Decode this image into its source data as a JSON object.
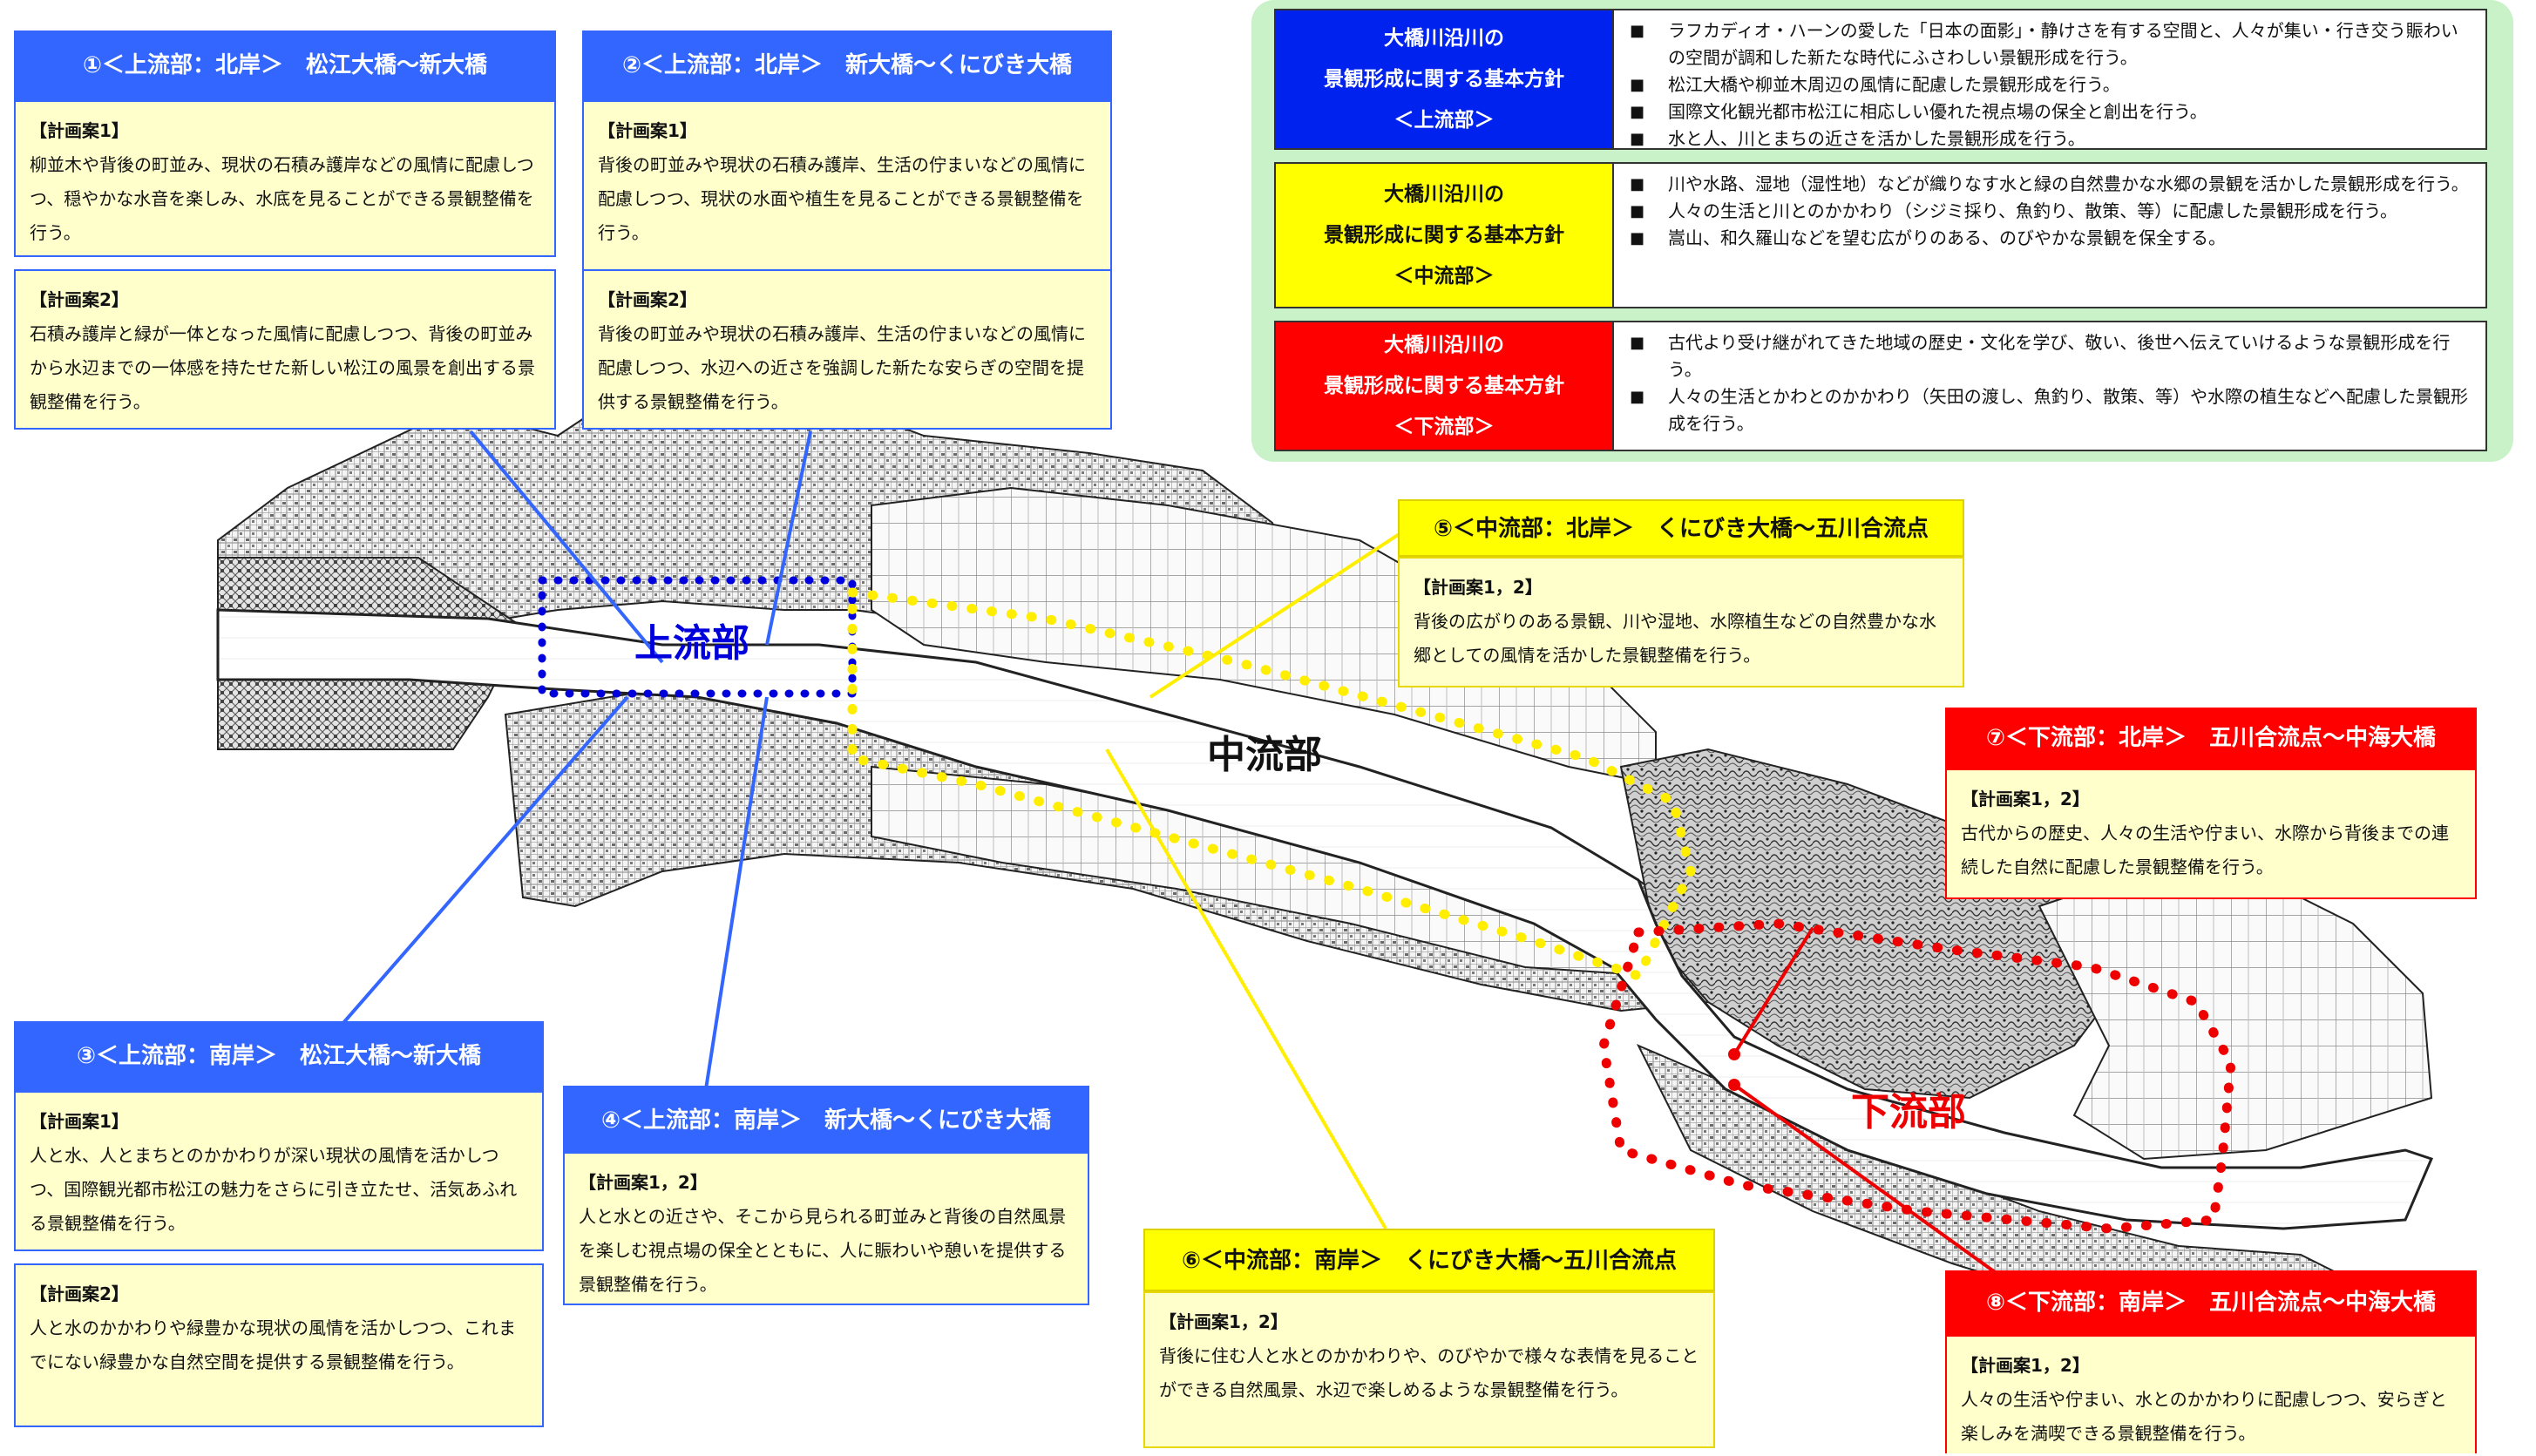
{
  "policies": [
    {
      "id": "upper",
      "color": "#0022ee",
      "text_color": "#ffffff",
      "label_lines": [
        "大橋川沿川の",
        "景観形成に関する基本方針",
        "＜上流部＞"
      ],
      "items": [
        "ラフカディオ・ハーンの愛した「日本の面影」・静けさを有する空間と、人々が集い・行き交う賑わいの空間が調和した新たな時代にふさわしい景観形成を行う。",
        "松江大橋や柳並木周辺の風情に配慮した景観形成を行う。",
        "国際文化観光都市松江に相応しい優れた視点場の保全と創出を行う。",
        "水と人、川とまちの近さを活かした景観形成を行う。"
      ]
    },
    {
      "id": "middle",
      "color": "#ffff00",
      "text_color": "#111111",
      "label_lines": [
        "大橋川沿川の",
        "景観形成に関する基本方針",
        "＜中流部＞"
      ],
      "items": [
        "川や水路、湿地（湿性地）などが織りなす水と緑の自然豊かな水郷の景観を活かした景観形成を行う。",
        "人々の生活と川とのかかわり（シジミ採り、魚釣り、散策、等）に配慮した景観形成を行う。",
        "嵩山、和久羅山などを望む広がりのある、のびやかな景観を保全する。"
      ]
    },
    {
      "id": "lower",
      "color": "#ff0000",
      "text_color": "#ffffff",
      "label_lines": [
        "大橋川沿川の",
        "景観形成に関する基本方針",
        "＜下流部＞"
      ],
      "items": [
        "古代より受け継がれてきた地域の歴史・文化を学び、敬い、後世へ伝えていけるような景観形成を行う。",
        "人々の生活とかわとのかかわり（矢田の渡し、魚釣り、散策、等）や水際の植生などへ配慮した景観形成を行う。"
      ]
    }
  ],
  "zones": {
    "upper_label": "上流部",
    "middle_label": "中流部",
    "lower_label": "下流部",
    "upper_color": "#0000dd",
    "middle_color": "#ffee00",
    "lower_color": "#ee0000"
  },
  "cards": [
    {
      "id": "c1",
      "theme": "blue",
      "title": "①＜上流部：北岸＞　松江大橋～新大橋",
      "plans": [
        {
          "label": "【計画案1】",
          "text": "柳並木や背後の町並み、現状の石積み護岸などの風情に配慮しつつ、穏やかな水音を楽しみ、水底を見ることができる景観整備を行う。"
        },
        {
          "label": "【計画案2】",
          "text": "石積み護岸と緑が一体となった風情に配慮しつつ、背後の町並みから水辺までの一体感を持たせた新しい松江の風景を創出する景観整備を行う。"
        }
      ]
    },
    {
      "id": "c2",
      "theme": "blue",
      "title": "②＜上流部：北岸＞　新大橋～くにびき大橋",
      "plans": [
        {
          "label": "【計画案1】",
          "text": "背後の町並みや現状の石積み護岸、生活の佇まいなどの風情に配慮しつつ、現状の水面や植生を見ることができる景観整備を行う。"
        },
        {
          "label": "【計画案2】",
          "text": "背後の町並みや現状の石積み護岸、生活の佇まいなどの風情に配慮しつつ、水辺への近さを強調した新たな安らぎの空間を提供する景観整備を行う。"
        }
      ]
    },
    {
      "id": "c3",
      "theme": "blue",
      "title": "③＜上流部：南岸＞　松江大橋～新大橋",
      "plans": [
        {
          "label": "【計画案1】",
          "text": "人と水、人とまちとのかかわりが深い現状の風情を活かしつつ、国際観光都市松江の魅力をさらに引き立たせ、活気あふれる景観整備を行う。"
        },
        {
          "label": "【計画案2】",
          "text": "人と水のかかわりや緑豊かな現状の風情を活かしつつ、これまでにない緑豊かな自然空間を提供する景観整備を行う。"
        }
      ]
    },
    {
      "id": "c4",
      "theme": "blue",
      "title": "④＜上流部：南岸＞　新大橋～くにびき大橋",
      "plans": [
        {
          "label": "【計画案1，2】",
          "text": "人と水との近さや、そこから見られる町並みと背後の自然風景を楽しむ視点場の保全とともに、人に賑わいや憩いを提供する景観整備を行う。"
        }
      ]
    },
    {
      "id": "c5",
      "theme": "yel",
      "title": "⑤＜中流部：北岸＞　くにびき大橋～五川合流点",
      "plans": [
        {
          "label": "【計画案1，2】",
          "text": "背後の広がりのある景観、川や湿地、水際植生などの自然豊かな水郷としての風情を活かした景観整備を行う。"
        }
      ]
    },
    {
      "id": "c6",
      "theme": "yel",
      "title": "⑥＜中流部：南岸＞　くにびき大橋～五川合流点",
      "plans": [
        {
          "label": "【計画案1，2】",
          "text": "背後に住む人と水とのかかわりや、のびやかで様々な表情を見ることができる自然風景、水辺で楽しめるような景観整備を行う。"
        }
      ]
    },
    {
      "id": "c7",
      "theme": "red",
      "title": "⑦＜下流部：北岸＞　五川合流点～中海大橋",
      "plans": [
        {
          "label": "【計画案1，2】",
          "text": "古代からの歴史、人々の生活や佇まい、水際から背後までの連続した自然に配慮した景観整備を行う。"
        }
      ]
    },
    {
      "id": "c8",
      "theme": "red",
      "title": "⑧＜下流部：南岸＞　五川合流点～中海大橋",
      "plans": [
        {
          "label": "【計画案1，2】",
          "text": "人々の生活や佇まい、水とのかかわりに配慮しつつ、安らぎと楽しみを満喫できる景観整備を行う。"
        }
      ]
    }
  ]
}
